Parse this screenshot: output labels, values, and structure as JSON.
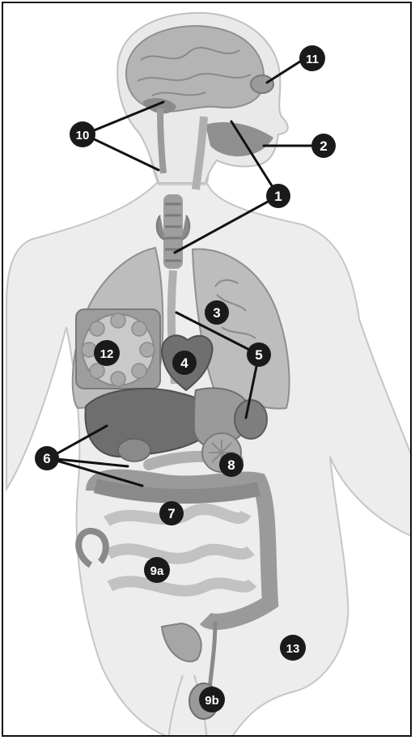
{
  "figure": {
    "markers": [
      {
        "id": "1",
        "label": "1"
      },
      {
        "id": "2",
        "label": "2"
      },
      {
        "id": "3",
        "label": "3"
      },
      {
        "id": "4",
        "label": "4"
      },
      {
        "id": "5",
        "label": "5"
      },
      {
        "id": "6",
        "label": "6"
      },
      {
        "id": "7",
        "label": "7"
      },
      {
        "id": "8",
        "label": "8"
      },
      {
        "id": "9a",
        "label": "9a"
      },
      {
        "id": "9b",
        "label": "9b"
      },
      {
        "id": "10",
        "label": "10"
      },
      {
        "id": "11",
        "label": "11"
      },
      {
        "id": "12",
        "label": "12"
      },
      {
        "id": "13",
        "label": "13"
      }
    ],
    "colors": {
      "marker_fill": "#1a1a1a",
      "marker_text": "#ffffff",
      "body_fill": "#ececec",
      "body_outline": "#c4c4c4",
      "organ_dark": "#7a7a7a",
      "organ_mid": "#a3a3a3",
      "organ_light": "#c7c7c7",
      "leader_line": "#111111"
    }
  }
}
